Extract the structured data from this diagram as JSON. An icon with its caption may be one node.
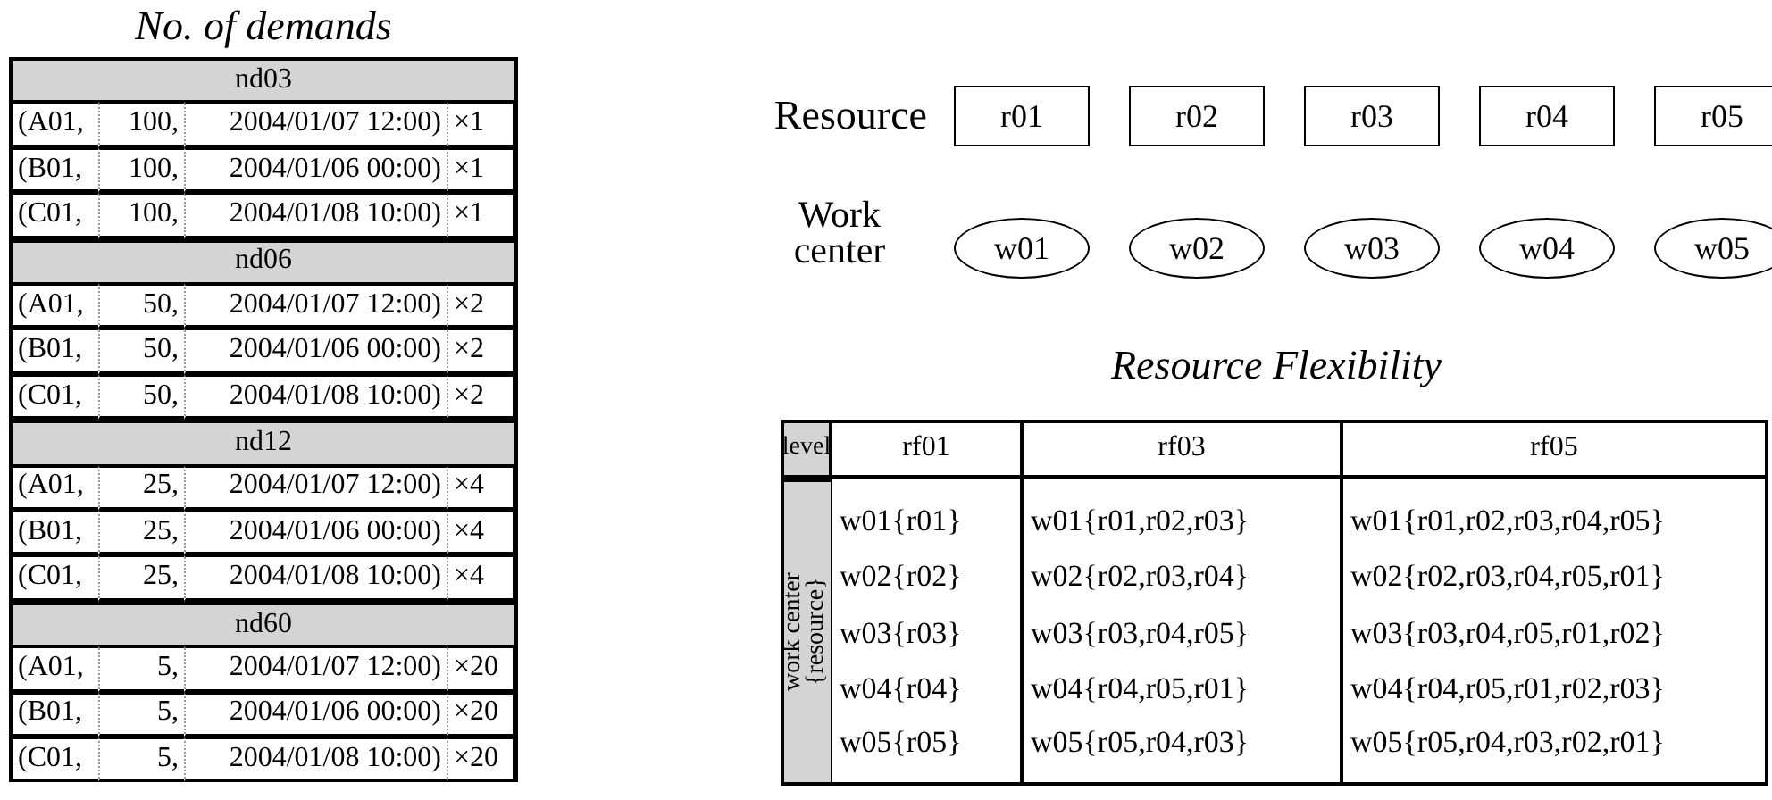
{
  "diagram": {
    "nodes": [
      {
        "text": [
          "r01"
        ]
      },
      {
        "text": [
          "r02"
        ]
      },
      {
        "text": [
          "r03"
        ]
      },
      {
        "text": [
          "r04"
        ]
      },
      {
        "text": [
          "r05"
        ]
      },
      {
        "text": [
          "w01"
        ]
      },
      {
        "text": [
          "w02"
        ]
      },
      {
        "text": [
          "w03"
        ]
      },
      {
        "text": [
          "w04"
        ]
      },
      {
        "text": [
          "w05"
        ]
      }
    ],
    "labels": [
      "No. of demands",
      "nd03",
      "(A01,",
      "100,",
      "2004/01/07 12:00)",
      "×1",
      "(B01,",
      "100,",
      "2004/01/06 00:00)",
      "×1",
      "(C01,",
      "100,",
      "2004/01/08 10:00)",
      "×1",
      "nd06",
      "(A01,",
      "50,",
      "2004/01/07 12:00)",
      "×2",
      "(B01,",
      "50,",
      "2004/01/06 00:00)",
      "×2",
      "(C01,",
      "50,",
      "2004/01/08 10:00)",
      "×2",
      "nd12",
      "(A01,",
      "25,",
      "2004/01/07 12:00)",
      "×4",
      "(B01,",
      "25,",
      "2004/01/06 00:00)",
      "×4",
      "(C01,",
      "25,",
      "2004/01/08 10:00)",
      "×4",
      "nd60",
      "(A01,",
      "5,",
      "2004/01/07 12:00)",
      "×20",
      "(B01,",
      "5,",
      "2004/01/06 00:00)",
      "×20",
      "(C01,",
      "5,",
      "2004/01/08 10:00)",
      "×20",
      "Resource",
      "Work center",
      "Resource Flexibility",
      "level",
      "rf01",
      "rf03",
      "rf05",
      "work center",
      "{resource}",
      "w01{r01}",
      "w01{r01,r02,r03}",
      "w01{r01,r02,r03,r04,r05}",
      "w02{r02}",
      "w02{r02,r03,r04}",
      "w02{r02,r03,r04,r05,r01}",
      "w03{r03}",
      "w03{r03,r04,r05}",
      "w03{r03,r04,r05,r01,r02}",
      "w04{r04}",
      "w04{r04,r05,r01}",
      "w04{r04,r05,r01,r02,r03}",
      "w05{r05}",
      "w05{r05,r04,r03}",
      "w05{r05,r04,r03,r02,r01}"
    ]
  }
}
